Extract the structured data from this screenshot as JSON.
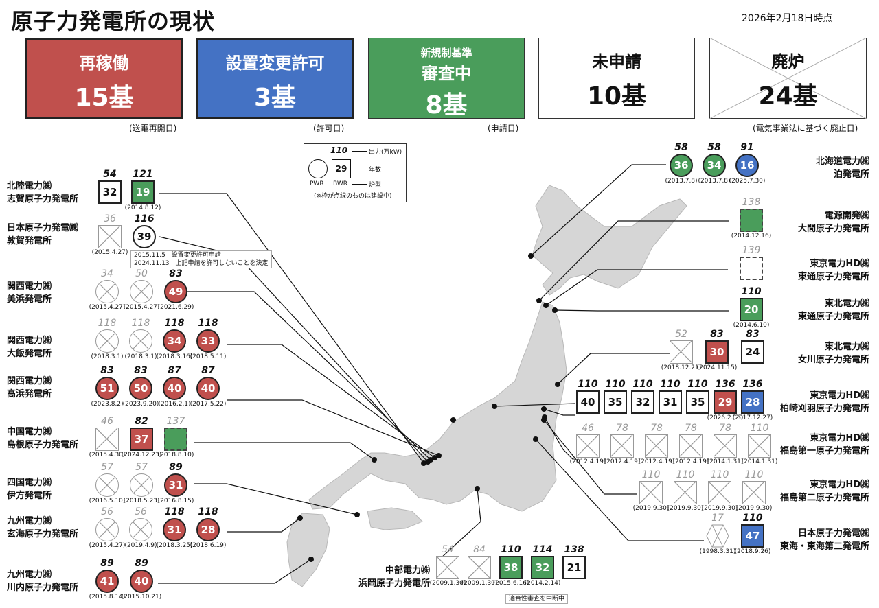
{
  "title": "原子力発電所の現状",
  "as_of": "2026年2月18日時点",
  "summary": [
    {
      "label": "再稼働",
      "count": "15基",
      "note": "(送電再開日)",
      "color": "#c0504d"
    },
    {
      "label": "設置変更許可",
      "count": "3基",
      "note": "(許可日)",
      "color": "#4472c4"
    },
    {
      "label_small": "新規制基準",
      "label": "審査中",
      "count": "8基",
      "note": "(申請日)",
      "color": "#4a9d5b"
    },
    {
      "label": "未申請",
      "count": "10基",
      "note": "",
      "color": "#ffffff"
    },
    {
      "label": "廃炉",
      "count": "24基",
      "note": "(電気事業法に基づく廃止日)",
      "color": "#ffffff"
    }
  ],
  "legend": {
    "output_value": "110",
    "output_label": "出力(万kW)",
    "age_value": "29",
    "age_label": "年数",
    "pwr": "PWR",
    "bwr": "BWR",
    "type_label": "炉型",
    "note": "(※枠が点線のものは建設中)"
  },
  "plants": [
    {
      "id": "shika",
      "company": "北陸電力㈱",
      "name": "志賀原子力発電所",
      "units": [
        {
          "type": "bwr",
          "status": "white",
          "age": "32",
          "output": "54",
          "date": ""
        },
        {
          "type": "bwr",
          "status": "green",
          "age": "19",
          "output": "121",
          "date": "(2014.8.12)"
        }
      ]
    },
    {
      "id": "tsuruga",
      "company": "日本原子力発電㈱",
      "name": "敦賀発電所",
      "units": [
        {
          "type": "bwr",
          "status": "dec",
          "age": "",
          "output": "36",
          "date": "(2015.4.27)"
        },
        {
          "type": "pwr",
          "status": "white",
          "age": "39",
          "output": "116",
          "date": ""
        }
      ]
    },
    {
      "id": "mihama",
      "company": "関西電力㈱",
      "name": "美浜発電所",
      "units": [
        {
          "type": "pwr",
          "status": "dec",
          "age": "",
          "output": "34",
          "date": "(2015.4.27)"
        },
        {
          "type": "pwr",
          "status": "dec",
          "age": "",
          "output": "50",
          "date": "(2015.4.27)"
        },
        {
          "type": "pwr",
          "status": "red",
          "age": "49",
          "output": "83",
          "date": "(2021.6.29)"
        }
      ]
    },
    {
      "id": "ohi",
      "company": "関西電力㈱",
      "name": "大飯発電所",
      "units": [
        {
          "type": "pwr",
          "status": "dec",
          "age": "",
          "output": "118",
          "date": "(2018.3.1)"
        },
        {
          "type": "pwr",
          "status": "dec",
          "age": "",
          "output": "118",
          "date": "(2018.3.1)"
        },
        {
          "type": "pwr",
          "status": "red",
          "age": "34",
          "output": "118",
          "date": "(2018.3.16)"
        },
        {
          "type": "pwr",
          "status": "red",
          "age": "33",
          "output": "118",
          "date": "(2018.5.11)"
        }
      ]
    },
    {
      "id": "takahama",
      "company": "関西電力㈱",
      "name": "高浜発電所",
      "units": [
        {
          "type": "pwr",
          "status": "red",
          "age": "51",
          "output": "83",
          "date": "(2023.8.2)"
        },
        {
          "type": "pwr",
          "status": "red",
          "age": "50",
          "output": "83",
          "date": "(2023.9.20)"
        },
        {
          "type": "pwr",
          "status": "red",
          "age": "40",
          "output": "87",
          "date": "(2016.2.1)"
        },
        {
          "type": "pwr",
          "status": "red",
          "age": "40",
          "output": "87",
          "date": "(2017.5.22)"
        }
      ]
    },
    {
      "id": "shimane",
      "company": "中国電力㈱",
      "name": "島根原子力発電所",
      "units": [
        {
          "type": "bwr",
          "status": "dec",
          "age": "",
          "output": "46",
          "date": "(2015.4.30)"
        },
        {
          "type": "bwr",
          "status": "red",
          "age": "37",
          "output": "82",
          "date": "(2024.12.23)"
        },
        {
          "type": "bwr",
          "status": "green",
          "dashed": true,
          "age": "",
          "output": "137",
          "date": "(2018.8.10)"
        }
      ]
    },
    {
      "id": "ikata",
      "company": "四国電力㈱",
      "name": "伊方発電所",
      "units": [
        {
          "type": "pwr",
          "status": "dec",
          "age": "",
          "output": "57",
          "date": "(2016.5.10)"
        },
        {
          "type": "pwr",
          "status": "dec",
          "age": "",
          "output": "57",
          "date": "(2018.5.23)"
        },
        {
          "type": "pwr",
          "status": "red",
          "age": "31",
          "output": "89",
          "date": "(2016.8.15)"
        }
      ]
    },
    {
      "id": "genkai",
      "company": "九州電力㈱",
      "name": "玄海原子力発電所",
      "units": [
        {
          "type": "pwr",
          "status": "dec",
          "age": "",
          "output": "56",
          "date": "(2015.4.27)"
        },
        {
          "type": "pwr",
          "status": "dec",
          "age": "",
          "output": "56",
          "date": "(2019.4.9)"
        },
        {
          "type": "pwr",
          "status": "red",
          "age": "31",
          "output": "118",
          "date": "(2018.3.25)"
        },
        {
          "type": "pwr",
          "status": "red",
          "age": "28",
          "output": "118",
          "date": "(2018.6.19)"
        }
      ]
    },
    {
      "id": "sendai",
      "company": "九州電力㈱",
      "name": "川内原子力発電所",
      "units": [
        {
          "type": "pwr",
          "status": "red",
          "age": "41",
          "output": "89",
          "date": "(2015.8.14)"
        },
        {
          "type": "pwr",
          "status": "red",
          "age": "40",
          "output": "89",
          "date": "(2015.10.21)"
        }
      ]
    },
    {
      "id": "hamaoka",
      "company": "中部電力㈱",
      "name": "浜岡原子力発電所",
      "units": [
        {
          "type": "bwr",
          "status": "dec",
          "age": "",
          "output": "54",
          "date": "(2009.1.30)"
        },
        {
          "type": "bwr",
          "status": "dec",
          "age": "",
          "output": "84",
          "date": "(2009.1.30)"
        },
        {
          "type": "bwr",
          "status": "green",
          "age": "38",
          "output": "110",
          "date": "(2015.6.16)"
        },
        {
          "type": "bwr",
          "status": "green",
          "age": "32",
          "output": "114",
          "date": "(2014.2.14)"
        },
        {
          "type": "bwr",
          "status": "white",
          "age": "21",
          "output": "138",
          "date": ""
        }
      ]
    },
    {
      "id": "tomari",
      "company": "北海道電力㈱",
      "name": "泊発電所",
      "units": [
        {
          "type": "pwr",
          "status": "green",
          "age": "36",
          "output": "58",
          "date": "(2013.7.8)"
        },
        {
          "type": "pwr",
          "status": "green",
          "age": "34",
          "output": "58",
          "date": "(2013.7.8)"
        },
        {
          "type": "pwr",
          "status": "blue",
          "age": "16",
          "output": "91",
          "date": "(2025.7.30)"
        }
      ]
    },
    {
      "id": "ohma",
      "company": "電源開発㈱",
      "name": "大間原子力発電所",
      "units": [
        {
          "type": "bwr",
          "status": "green",
          "dashed": true,
          "age": "",
          "output": "138",
          "date": "(2014.12.16)"
        }
      ]
    },
    {
      "id": "higashidori_tepco",
      "company": "東京電力HD㈱",
      "name": "東通原子力発電所",
      "units": [
        {
          "type": "bwr",
          "status": "white",
          "dashed": true,
          "age": "",
          "output": "139",
          "date": ""
        }
      ]
    },
    {
      "id": "higashidori_tohoku",
      "company": "東北電力㈱",
      "name": "東通原子力発電所",
      "units": [
        {
          "type": "bwr",
          "status": "green",
          "age": "20",
          "output": "110",
          "date": "(2014.6.10)"
        }
      ]
    },
    {
      "id": "onagawa",
      "company": "東北電力㈱",
      "name": "女川原子力発電所",
      "units": [
        {
          "type": "bwr",
          "status": "dec",
          "age": "",
          "output": "52",
          "date": "(2018.12.21)"
        },
        {
          "type": "bwr",
          "status": "red",
          "age": "30",
          "output": "83",
          "date": "(2024.11.15)"
        },
        {
          "type": "bwr",
          "status": "white",
          "age": "24",
          "output": "83",
          "date": ""
        }
      ]
    },
    {
      "id": "kashiwazaki",
      "company": "東京電力HD㈱",
      "name": "柏崎刈羽原子力発電所",
      "units": [
        {
          "type": "bwr",
          "status": "white",
          "age": "40",
          "output": "110",
          "date": ""
        },
        {
          "type": "bwr",
          "status": "white",
          "age": "35",
          "output": "110",
          "date": ""
        },
        {
          "type": "bwr",
          "status": "white",
          "age": "32",
          "output": "110",
          "date": ""
        },
        {
          "type": "bwr",
          "status": "white",
          "age": "31",
          "output": "110",
          "date": ""
        },
        {
          "type": "bwr",
          "status": "white",
          "age": "35",
          "output": "110",
          "date": ""
        },
        {
          "type": "bwr",
          "status": "red",
          "age": "29",
          "output": "136",
          "date": "(2026.2.16)"
        },
        {
          "type": "bwr",
          "status": "blue",
          "age": "28",
          "output": "136",
          "date": "(2017.12.27)"
        }
      ]
    },
    {
      "id": "fukushima1",
      "company": "東京電力HD㈱",
      "name": "福島第一原子力発電所",
      "units": [
        {
          "type": "bwr",
          "status": "dec",
          "age": "",
          "output": "46",
          "date": "(2012.4.19)"
        },
        {
          "type": "bwr",
          "status": "dec",
          "age": "",
          "output": "78",
          "date": "(2012.4.19)"
        },
        {
          "type": "bwr",
          "status": "dec",
          "age": "",
          "output": "78",
          "date": "(2012.4.19)"
        },
        {
          "type": "bwr",
          "status": "dec",
          "age": "",
          "output": "78",
          "date": "(2012.4.19)"
        },
        {
          "type": "bwr",
          "status": "dec",
          "age": "",
          "output": "78",
          "date": "(2014.1.31)"
        },
        {
          "type": "bwr",
          "status": "dec",
          "age": "",
          "output": "110",
          "date": "(2014.1.31)"
        }
      ]
    },
    {
      "id": "fukushima2",
      "company": "東京電力HD㈱",
      "name": "福島第二原子力発電所",
      "units": [
        {
          "type": "bwr",
          "status": "dec",
          "age": "",
          "output": "110",
          "date": "(2019.9.30)"
        },
        {
          "type": "bwr",
          "status": "dec",
          "age": "",
          "output": "110",
          "date": "(2019.9.30)"
        },
        {
          "type": "bwr",
          "status": "dec",
          "age": "",
          "output": "110",
          "date": "(2019.9.30)"
        },
        {
          "type": "bwr",
          "status": "dec",
          "age": "",
          "output": "110",
          "date": "(2019.9.30)"
        }
      ]
    },
    {
      "id": "tokai",
      "company": "日本原子力発電㈱",
      "name": "東海・東海第二発電所",
      "units": [
        {
          "type": "gcr",
          "status": "dec",
          "age": "",
          "output": "17",
          "date": "(1998.3.31)"
        },
        {
          "type": "bwr",
          "status": "blue",
          "age": "47",
          "output": "110",
          "date": "(2018.9.26)"
        }
      ]
    }
  ],
  "notes": {
    "tsuruga_line1": "2015.11.5　設置変更許可申請",
    "tsuruga_line2": "2024.11.13　上記申請を許可しないことを決定",
    "hamaoka": "適合性審査を中断中"
  }
}
